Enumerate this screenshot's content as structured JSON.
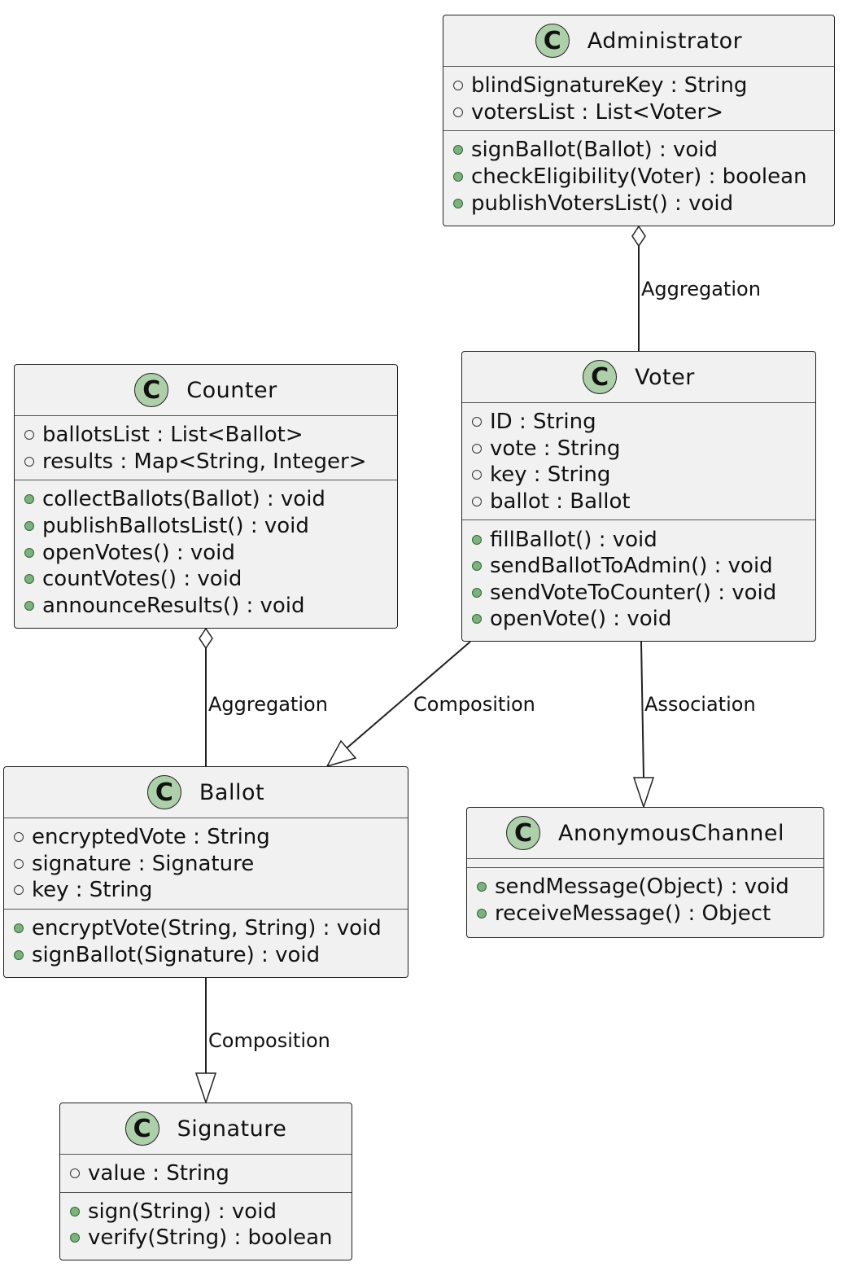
{
  "classes": {
    "administrator": {
      "name": "Administrator",
      "badge": "C",
      "attributes": [
        "blindSignatureKey : String",
        "votersList : List<Voter>"
      ],
      "methods": [
        "signBallot(Ballot) : void",
        "checkEligibility(Voter) : boolean",
        "publishVotersList() : void"
      ]
    },
    "counter": {
      "name": "Counter",
      "badge": "C",
      "attributes": [
        "ballotsList : List<Ballot>",
        "results : Map<String, Integer>"
      ],
      "methods": [
        "collectBallots(Ballot) : void",
        "publishBallotsList() : void",
        "openVotes() : void",
        "countVotes() : void",
        "announceResults() : void"
      ]
    },
    "voter": {
      "name": "Voter",
      "badge": "C",
      "attributes": [
        "ID : String",
        "vote : String",
        "key : String",
        "ballot : Ballot"
      ],
      "methods": [
        "fillBallot() : void",
        "sendBallotToAdmin() : void",
        "sendVoteToCounter() : void",
        "openVote() : void"
      ]
    },
    "ballot": {
      "name": "Ballot",
      "badge": "C",
      "attributes": [
        "encryptedVote : String",
        "signature : Signature",
        "key : String"
      ],
      "methods": [
        "encryptVote(String, String) : void",
        "signBallot(Signature) : void"
      ]
    },
    "anonymous_channel": {
      "name": "AnonymousChannel",
      "badge": "C",
      "attributes": [],
      "methods": [
        "sendMessage(Object) : void",
        "receiveMessage() : Object"
      ]
    },
    "signature": {
      "name": "Signature",
      "badge": "C",
      "attributes": [
        "value : String"
      ],
      "methods": [
        "sign(String) : void",
        "verify(String) : boolean"
      ]
    }
  },
  "relations": {
    "admin_voter": "Aggregation",
    "counter_ballot": "Aggregation",
    "voter_ballot": "Composition",
    "voter_channel": "Association",
    "ballot_signature": "Composition"
  }
}
